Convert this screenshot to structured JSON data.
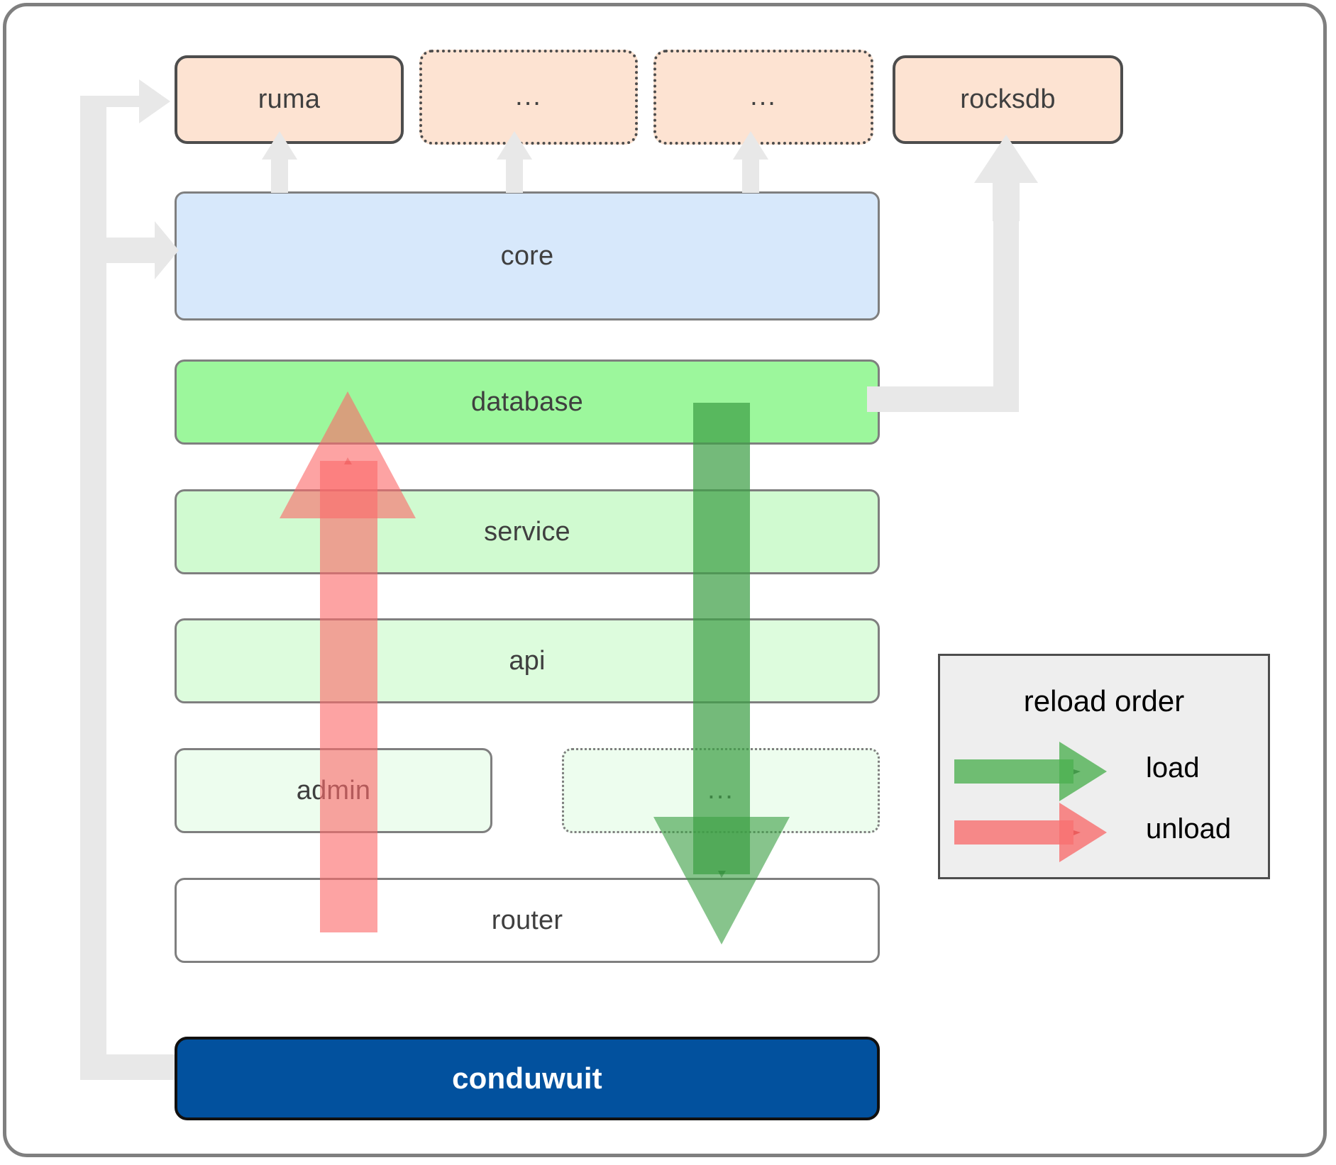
{
  "diagram": {
    "title": "conduwuit crate layer / reload order diagram",
    "dependencies": [
      {
        "id": "ruma",
        "label": "ruma",
        "style": "solid"
      },
      {
        "id": "dep2",
        "label": "...",
        "style": "dotted"
      },
      {
        "id": "dep3",
        "label": "...",
        "style": "dotted"
      },
      {
        "id": "rocksdb",
        "label": "rocksdb",
        "style": "solid"
      }
    ],
    "layers": [
      {
        "id": "core",
        "label": "core",
        "color": "#d7e8fb"
      },
      {
        "id": "database",
        "label": "database",
        "color": "#9cf79c"
      },
      {
        "id": "service",
        "label": "service",
        "color": "#d0fad0"
      },
      {
        "id": "api",
        "label": "api",
        "color": "#ddfcdd"
      },
      {
        "id": "admin",
        "label": "admin",
        "color": "#edfdee"
      },
      {
        "id": "more",
        "label": "...",
        "color": "#edfdee"
      },
      {
        "id": "router",
        "label": "router",
        "color": "#ffffff"
      }
    ],
    "root": {
      "id": "conduwuit",
      "label": "conduwuit",
      "color": "#02519e"
    }
  },
  "legend": {
    "title": "reload order",
    "items": [
      {
        "id": "load",
        "label": "load",
        "color": "#4caf50"
      },
      {
        "id": "unload",
        "label": "unload",
        "color": "#f87171"
      }
    ]
  },
  "colors": {
    "dependency_fill": "#fde3d2",
    "dependency_stroke": "#4d4d4d",
    "layer_stroke": "#7f7f7f",
    "connector": "#e8e8e8",
    "load_arrow": "#3ea046",
    "unload_arrow": "#fb6a6a",
    "legend_bg": "#eeeeee",
    "text": "#3f3f3f"
  }
}
